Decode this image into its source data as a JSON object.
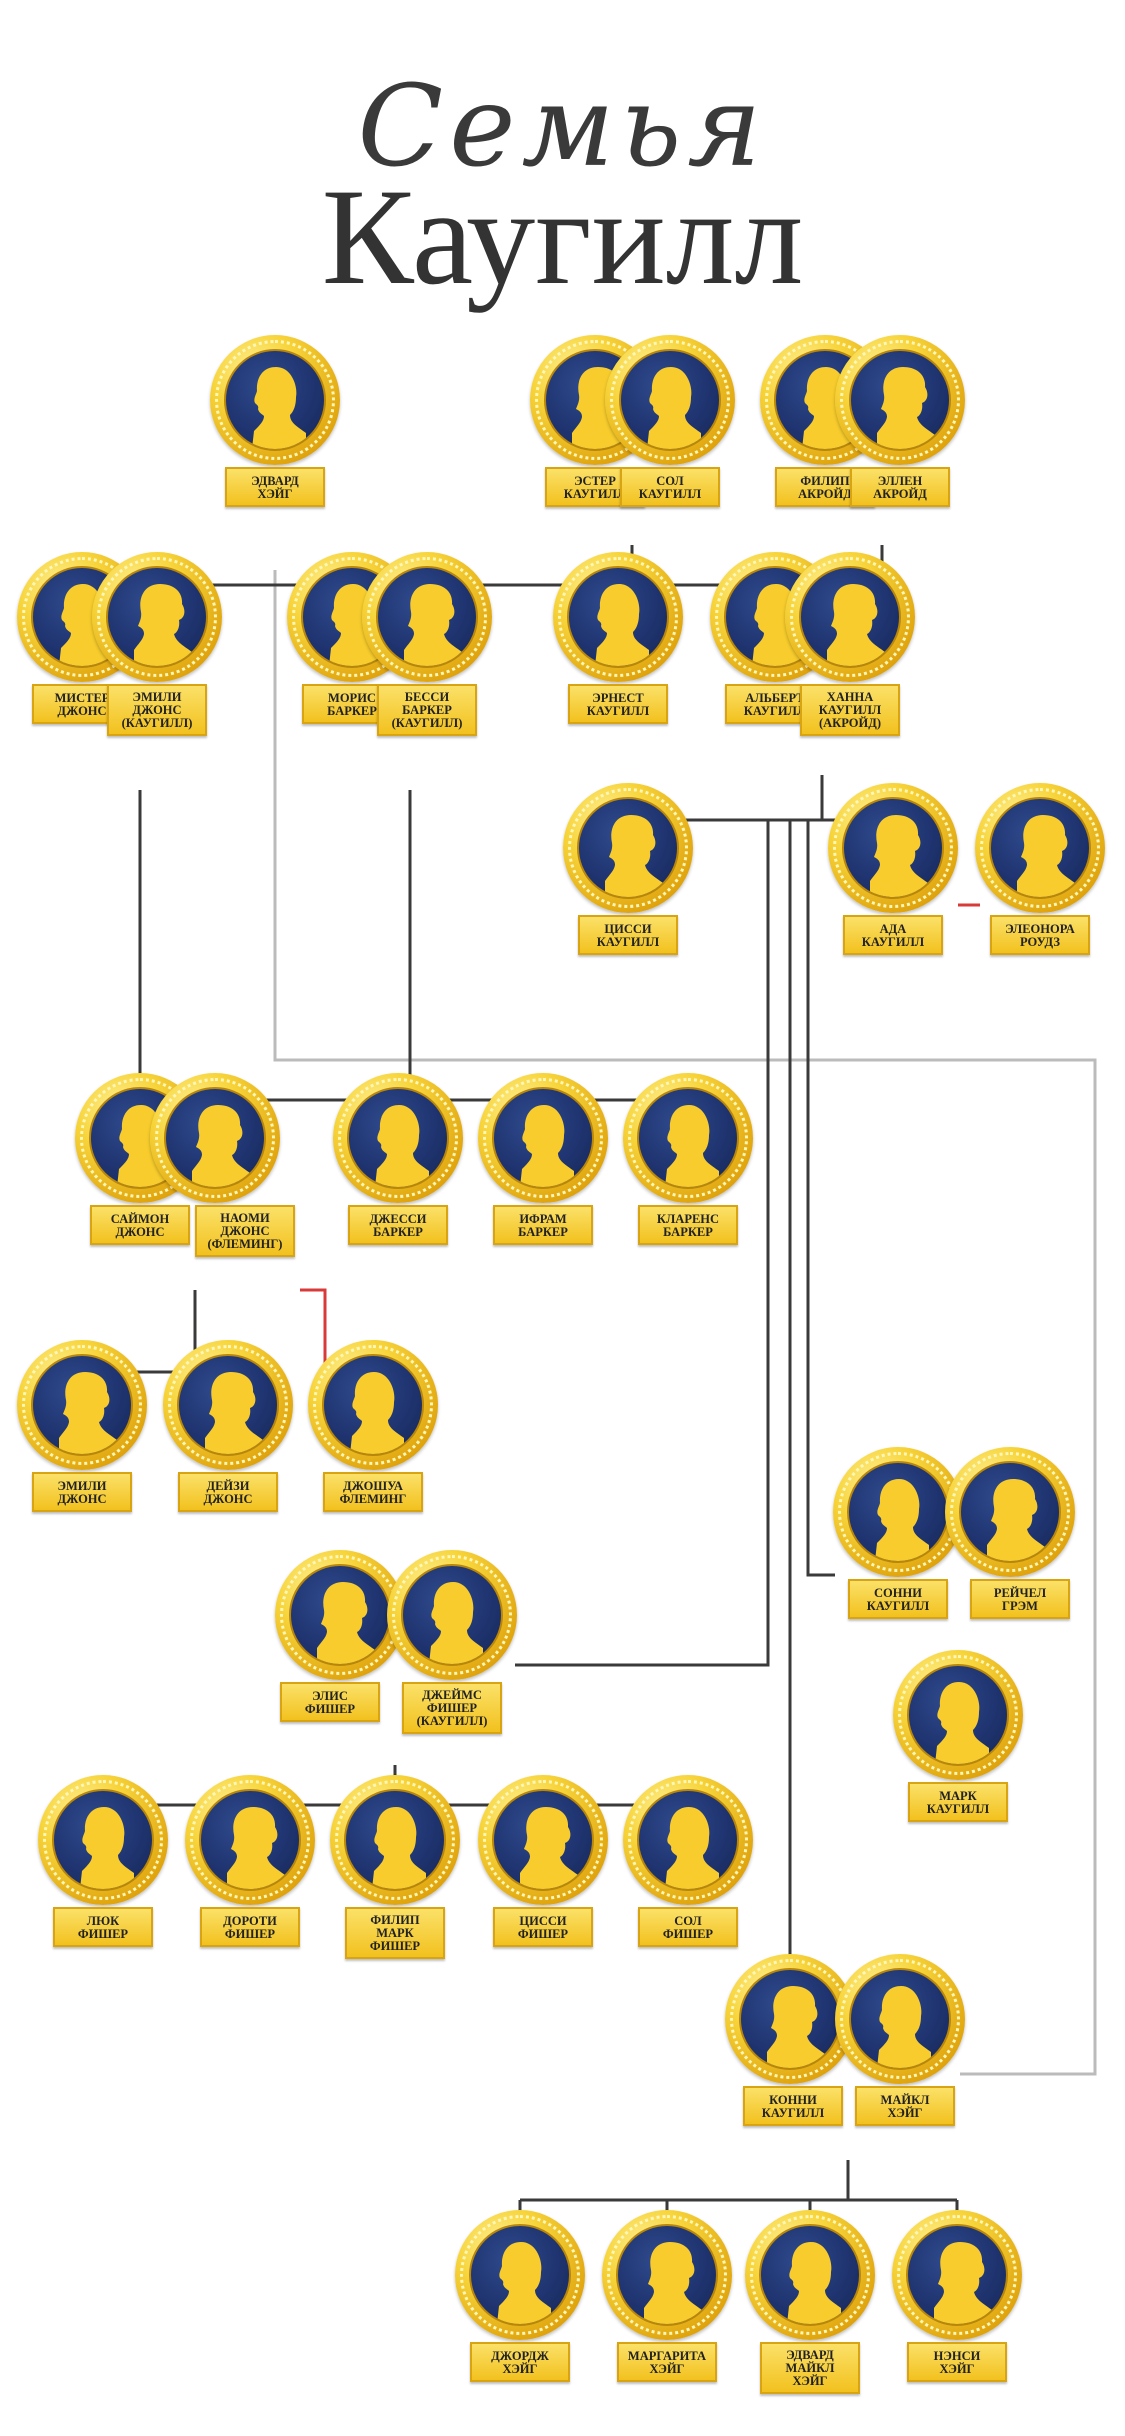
{
  "title": {
    "script": "Семья",
    "main": "Каугилл"
  },
  "colors": {
    "line": "#3a3a3a",
    "line_grey": "#bbbbbb",
    "line_red": "#d83a3a",
    "medal_gold": "#f2c11e",
    "medal_blue": "#1f3470"
  },
  "people": [
    {
      "id": "edvard-heyg",
      "name": "ЭДВАРД\nХЭЙГ",
      "silhouette": "male-silhouette-icon"
    },
    {
      "id": "ester-kaugill",
      "name": "ЭСТЕР\nКАУГИЛЛ",
      "silhouette": "female-silhouette-icon"
    },
    {
      "id": "sol-kaugill",
      "name": "СОЛ\nКАУГИЛЛ",
      "silhouette": "male-silhouette-icon"
    },
    {
      "id": "filip-akroyd",
      "name": "ФИЛИП\nАКРОЙД",
      "silhouette": "male-silhouette-icon"
    },
    {
      "id": "ellen-akroyd",
      "name": "ЭЛЛЕН\nАКРОЙД",
      "silhouette": "female-silhouette-icon"
    },
    {
      "id": "mister-jones",
      "name": "МИСТЕР\nДЖОНС",
      "silhouette": "male-silhouette-icon"
    },
    {
      "id": "emili-jones-kaugill",
      "name": "ЭМИЛИ\nДЖОНС\n(КАУГИЛЛ)",
      "silhouette": "female-silhouette-icon"
    },
    {
      "id": "moris-barker",
      "name": "МОРИС\nБАРКЕР",
      "silhouette": "male-silhouette-icon"
    },
    {
      "id": "bessi-barker-kaugill",
      "name": "БЕССИ\nБАРКЕР\n(КАУГИЛЛ)",
      "silhouette": "female-silhouette-icon"
    },
    {
      "id": "ernest-kaugill",
      "name": "ЭРНЕСТ\nКАУГИЛЛ",
      "silhouette": "male-silhouette-icon"
    },
    {
      "id": "albert-kaugill",
      "name": "АЛЬБЕРТ\nКАУГИЛЛ",
      "silhouette": "male-silhouette-icon"
    },
    {
      "id": "hanna-kaugill-akroyd",
      "name": "ХАННА\nКАУГИЛЛ\n(АКРОЙД)",
      "silhouette": "female-silhouette-icon"
    },
    {
      "id": "tsissi-kaugill",
      "name": "ЦИССИ\nКАУГИЛЛ",
      "silhouette": "female-silhouette-icon"
    },
    {
      "id": "ada-kaugill",
      "name": "АДА\nКАУГИЛЛ",
      "silhouette": "female-silhouette-icon"
    },
    {
      "id": "eleonora-rouds",
      "name": "ЭЛЕОНОРА\nРОУДЗ",
      "silhouette": "female-silhouette-icon"
    },
    {
      "id": "saymon-jones",
      "name": "САЙМОН\nДЖОНС",
      "silhouette": "male-silhouette-icon"
    },
    {
      "id": "naomi-jones-fleming",
      "name": "НАОМИ\nДЖОНС\n(ФЛЕМИНГ)",
      "silhouette": "female-silhouette-icon"
    },
    {
      "id": "jessi-barker",
      "name": "ДЖЕССИ\nБАРКЕР",
      "silhouette": "male-silhouette-icon"
    },
    {
      "id": "ifram-barker",
      "name": "ИФРАМ\nБАРКЕР",
      "silhouette": "male-silhouette-icon"
    },
    {
      "id": "klarens-barker",
      "name": "КЛАРЕНС\nБАРКЕР",
      "silhouette": "male-silhouette-icon"
    },
    {
      "id": "emili-jones",
      "name": "ЭМИЛИ\nДЖОНС",
      "silhouette": "female-silhouette-icon"
    },
    {
      "id": "deyzi-jones",
      "name": "ДЕЙЗИ\nДЖОНС",
      "silhouette": "female-silhouette-icon"
    },
    {
      "id": "joshua-fleming",
      "name": "ДЖОШУА\nФЛЕМИНГ",
      "silhouette": "male-silhouette-icon"
    },
    {
      "id": "sonni-kaugill",
      "name": "СОННИ\nКАУГИЛЛ",
      "silhouette": "male-silhouette-icon"
    },
    {
      "id": "reychel-grem",
      "name": "РЕЙЧЕЛ\nГРЭМ",
      "silhouette": "female-silhouette-icon"
    },
    {
      "id": "mark-kaugill",
      "name": "МАРК\nКАУГИЛЛ",
      "silhouette": "male-silhouette-icon"
    },
    {
      "id": "elis-fisher",
      "name": "ЭЛИС\nФИШЕР",
      "silhouette": "female-silhouette-icon"
    },
    {
      "id": "jeyms-fisher-kaugill",
      "name": "ДЖЕЙМС\nФИШЕР\n(КАУГИЛЛ)",
      "silhouette": "male-silhouette-icon"
    },
    {
      "id": "lyuk-fisher",
      "name": "ЛЮК\nФИШЕР",
      "silhouette": "male-silhouette-icon"
    },
    {
      "id": "doroti-fisher",
      "name": "ДОРОТИ\nФИШЕР",
      "silhouette": "female-silhouette-icon"
    },
    {
      "id": "filip-mark-fisher",
      "name": "ФИЛИП\nМАРК\nФИШЕР",
      "silhouette": "male-silhouette-icon"
    },
    {
      "id": "tsissi-fisher",
      "name": "ЦИССИ\nФИШЕР",
      "silhouette": "female-silhouette-icon"
    },
    {
      "id": "sol-fisher",
      "name": "СОЛ\nФИШЕР",
      "silhouette": "male-silhouette-icon"
    },
    {
      "id": "konni-kaugill",
      "name": "КОННИ\nКАУГИЛЛ",
      "silhouette": "female-silhouette-icon"
    },
    {
      "id": "maykl-heyg",
      "name": "МАЙКЛ\nХЭЙГ",
      "silhouette": "male-silhouette-icon"
    },
    {
      "id": "jorj-heyg",
      "name": "ДЖОРДЖ\nХЭЙГ",
      "silhouette": "male-silhouette-icon"
    },
    {
      "id": "margarita-heyg",
      "name": "МАРГАРИТА\nХЭЙГ",
      "silhouette": "female-silhouette-icon"
    },
    {
      "id": "edvard-maykl-heyg",
      "name": "ЭДВАРД\nМАЙКЛ\nХЭЙГ",
      "silhouette": "male-silhouette-icon"
    },
    {
      "id": "nensi-heyg",
      "name": "НЭНСИ\nХЭЙГ",
      "silhouette": "female-silhouette-icon"
    }
  ]
}
